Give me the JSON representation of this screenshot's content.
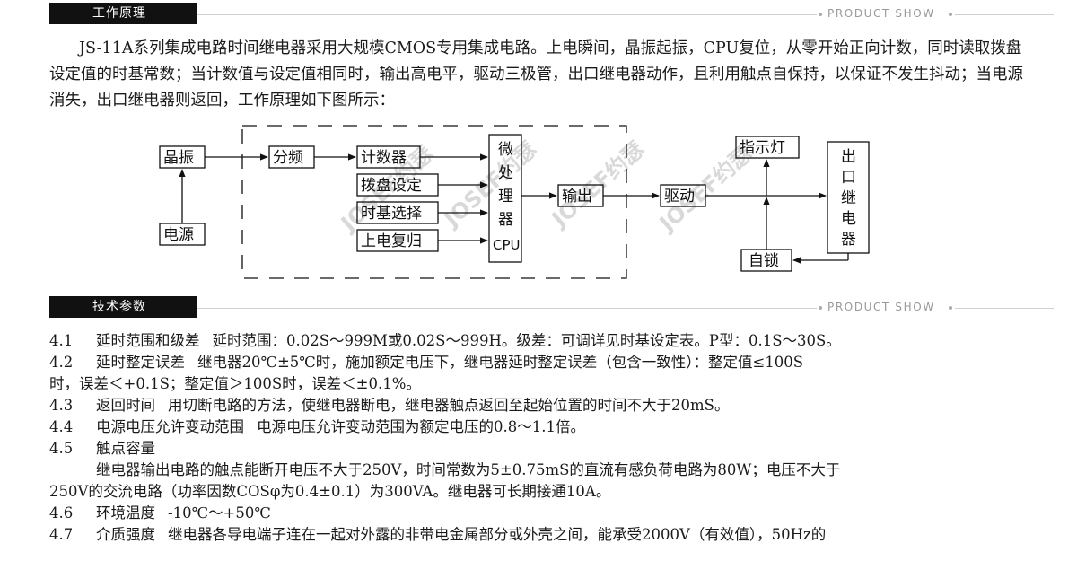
{
  "sections": {
    "working_principle": "工作原理",
    "tech_params": "技术参数",
    "right_label": "PRODUCT SHOW"
  },
  "intro": {
    "text": "JS-11A系列集成电路时间继电器采用大规模CMOS专用集成电路。上电瞬间，晶振起振，CPU复位，从零开始正向计数，同时读取拨盘设定值的时基常数；当计数值与设定值相同时，输出高电平，驱动三极管，出口继电器动作，且利用触点自保持，以保证不发生抖动；当电源消失，出口继电器则返回，工作原理如下图所示："
  },
  "diagram": {
    "crystal": "晶振",
    "power": "电源",
    "divider": "分频",
    "counter": "计数器",
    "dial_setting": "拨盘设定",
    "timebase_select": "时基选择",
    "power_reset": "上电复归",
    "micro": [
      "微",
      "处",
      "理",
      "器"
    ],
    "cpu": "CPU",
    "output": "输出",
    "drive": "驱动",
    "indicator": "指示灯",
    "self_lock": "自锁",
    "out_relay": [
      "出",
      "口",
      "继",
      "电",
      "器"
    ],
    "watermark": "JOSEF约瑟"
  },
  "specs": [
    {
      "num": "4.1",
      "title": "延时范围和级差",
      "text": "延时范围：0.02S～999M或0.02S～999H。级差：可调详见时基设定表。P型：0.1S～30S。"
    },
    {
      "num": "4.2",
      "title": "延时整定误差",
      "text": "继电器20℃±5℃时，施加额定电压下，继电器延时整定误差（包含一致性）：整定值≤100S"
    },
    {
      "num": "",
      "title": "",
      "text": "时，误差＜+0.1S；整定值＞100S时，误差＜±0.1%。"
    },
    {
      "num": "4.3",
      "title": "返回时间",
      "text": "用切断电路的方法，使继电器断电，继电器触点返回至起始位置的时间不大于20mS。"
    },
    {
      "num": "4.4",
      "title": "电源电压允许变动范围",
      "text": "电源电压允许变动范围为额定电压的0.8～1.1倍。"
    },
    {
      "num": "4.5",
      "title": "触点容量",
      "text": ""
    },
    {
      "num": "",
      "title": "",
      "text": "继电器输出电路的触点能断开电压不大于250V，时间常数为5±0.75mS的直流有感负荷电路为80W；电压不大于"
    },
    {
      "num": "",
      "title": "",
      "text": "250V的交流电路（功率因数COSφ为0.4±0.1）为300VA。继电器可长期接通10A。"
    },
    {
      "num": "4.6",
      "title": "环境温度",
      "text": "-10℃～+50℃"
    },
    {
      "num": "4.7",
      "title": "介质强度",
      "text": "继电器各导电端子连在一起对外露的非带电金属部分或外壳之间，能承受2000V（有效值），50Hz的"
    }
  ]
}
